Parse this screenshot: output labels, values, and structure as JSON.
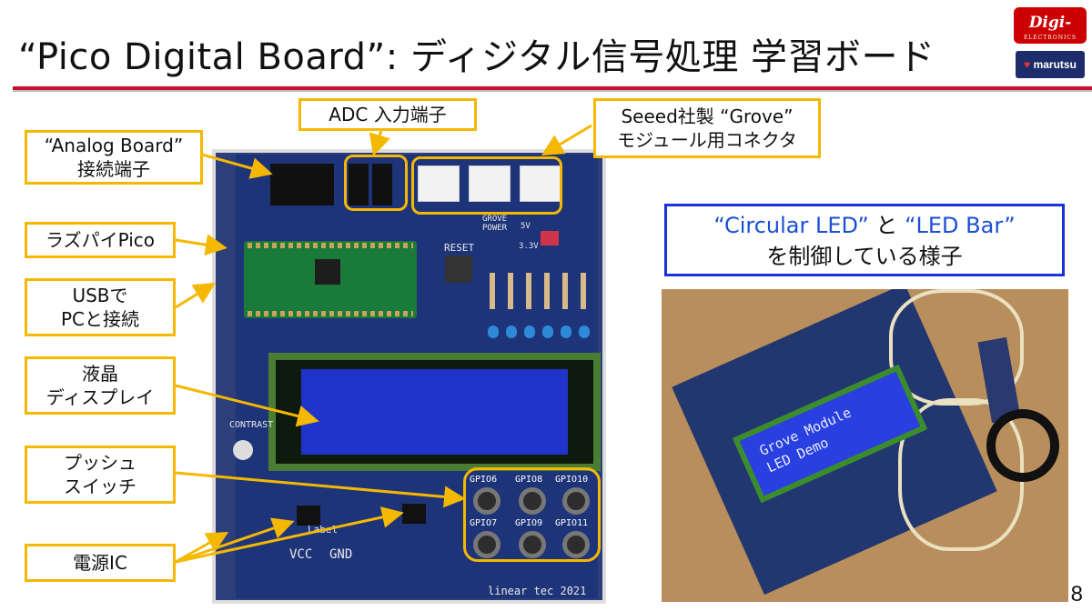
{
  "slide": {
    "title": "“Pico Digital Board”: ディジタル信号処理 学習ボード",
    "page_number": "8"
  },
  "logos": {
    "digikey": "Digi-Key",
    "digikey_sub": "ELECTRONICS",
    "marutsu": "marutsu"
  },
  "callouts": {
    "analog_board": "“Analog Board”\n接続端子",
    "adc": "ADC 入力端子",
    "grove": "Seeed社製 “Grove”\nモジュール用コネクタ",
    "pico": "ラズパイPico",
    "usb": "USBで\nPCと接続",
    "lcd": "液晶\nディスプレイ",
    "switch": "プッシュ\nスイッチ",
    "power_ic": "電源IC"
  },
  "caption": {
    "part1": "“Circular LED”",
    "part2": " と ",
    "part3": "“LED Bar”",
    "line2": "を制御している様子"
  },
  "pcb_labels": {
    "gpio": [
      "GPIO6",
      "GPIO8",
      "GPIO10",
      "GPIO7",
      "GPIO9",
      "GPIO11"
    ],
    "reset": "RESET",
    "grove_power": "GROVE POWER",
    "v5": "5V",
    "v33": "3.3V",
    "vcc": "VCC",
    "gnd": "GND",
    "credit": "linear tec 2021",
    "contrast": "CONTRAST",
    "label": "Label"
  },
  "photo": {
    "lcd_text": "Grove Module\nLED Demo"
  },
  "colors": {
    "accent_red": "#c8102e",
    "callout_border": "#f5b800",
    "caption_border": "#1a32d6",
    "caption_blue": "#1a4fd6",
    "pcb_blue": "#1e3479"
  }
}
